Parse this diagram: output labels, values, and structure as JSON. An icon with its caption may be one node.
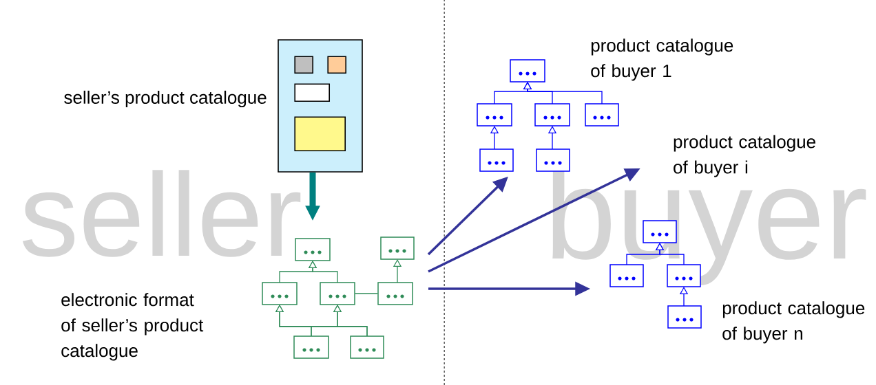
{
  "diagram": {
    "nodes": [
      {
        "text": [],
        "shape": "box",
        "beside": [
          "seller’s product catalogue"
        ]
      },
      {
        "text": [],
        "shape": "box",
        "in": 0
      },
      {
        "text": [],
        "shape": "box",
        "in": 0
      },
      {
        "text": [],
        "shape": "box",
        "in": 0
      },
      {
        "text": [],
        "shape": "box",
        "in": 0
      },
      {
        "text": [],
        "shape": "box"
      },
      {
        "text": [],
        "shape": "box"
      },
      {
        "text": [],
        "shape": "box"
      },
      {
        "text": [],
        "shape": "box"
      },
      {
        "text": [],
        "shape": "box"
      },
      {
        "text": [],
        "shape": "box"
      },
      {
        "text": [],
        "shape": "box"
      },
      {
        "text": [],
        "shape": "box"
      },
      {
        "text": [],
        "shape": "box"
      },
      {
        "text": [],
        "shape": "box"
      },
      {
        "text": [],
        "shape": "box"
      },
      {
        "text": [],
        "shape": "box"
      },
      {
        "text": [],
        "shape": "box"
      },
      {
        "text": [
          "product catalogue of buyer i"
        ]
      },
      {
        "text": [],
        "shape": "box"
      },
      {
        "text": [],
        "shape": "box"
      },
      {
        "text": [],
        "shape": "box"
      },
      {
        "text": [],
        "shape": "box"
      }
    ],
    "edges": [
      {
        "from": 0,
        "to": 5,
        "arrow": "to",
        "style": "thick",
        "color": "#008080"
      },
      {
        "from": 7,
        "to": 5,
        "arrow": "to",
        "color": "#2e8b57"
      },
      {
        "from": 8,
        "to": 5,
        "arrow": "to",
        "color": "#2e8b57"
      },
      {
        "from": 9,
        "to": 6,
        "arrow": "to",
        "color": "#2e8b57"
      },
      {
        "from": 8,
        "to": 9,
        "arrow": "none",
        "color": "#2e8b57"
      },
      {
        "from": 10,
        "to": 7,
        "arrow": "to",
        "color": "#2e8b57"
      },
      {
        "from": 10,
        "to": 8,
        "arrow": "to",
        "color": "#2e8b57"
      },
      {
        "from": 11,
        "to": 7,
        "arrow": "to",
        "color": "#2e8b57"
      },
      {
        "from": 11,
        "to": 8,
        "arrow": "to",
        "color": "#2e8b57"
      },
      {
        "from": 13,
        "to": 12,
        "arrow": "to",
        "color": "#0000ff"
      },
      {
        "from": 14,
        "to": 12,
        "arrow": "to",
        "color": "#0000ff"
      },
      {
        "from": 15,
        "to": 12,
        "arrow": "to",
        "color": "#0000ff"
      },
      {
        "from": 16,
        "to": 13,
        "arrow": "to",
        "color": "#0000ff"
      },
      {
        "from": 17,
        "to": 14,
        "arrow": "to",
        "color": "#0000ff"
      },
      {
        "from": 20,
        "to": 19,
        "arrow": "to",
        "color": "#0000ff"
      },
      {
        "from": 21,
        "to": 19,
        "arrow": "to",
        "color": "#0000ff"
      },
      {
        "from": 22,
        "to": 21,
        "arrow": "to",
        "color": "#0000ff"
      },
      {
        "from": null,
        "to": 16,
        "arrow": "to",
        "style": "thick",
        "color": "#333399"
      },
      {
        "from": null,
        "to": 18,
        "arrow": "to",
        "style": "thick",
        "color": "#333399"
      },
      {
        "from": null,
        "to": 20,
        "arrow": "to",
        "style": "thick",
        "color": "#333399"
      }
    ],
    "labels": [
      "product catalogue of buyer 1",
      "seller",
      "buyer",
      "electronic format of seller’s product catalogue",
      "product catalogue of buyer n"
    ]
  }
}
